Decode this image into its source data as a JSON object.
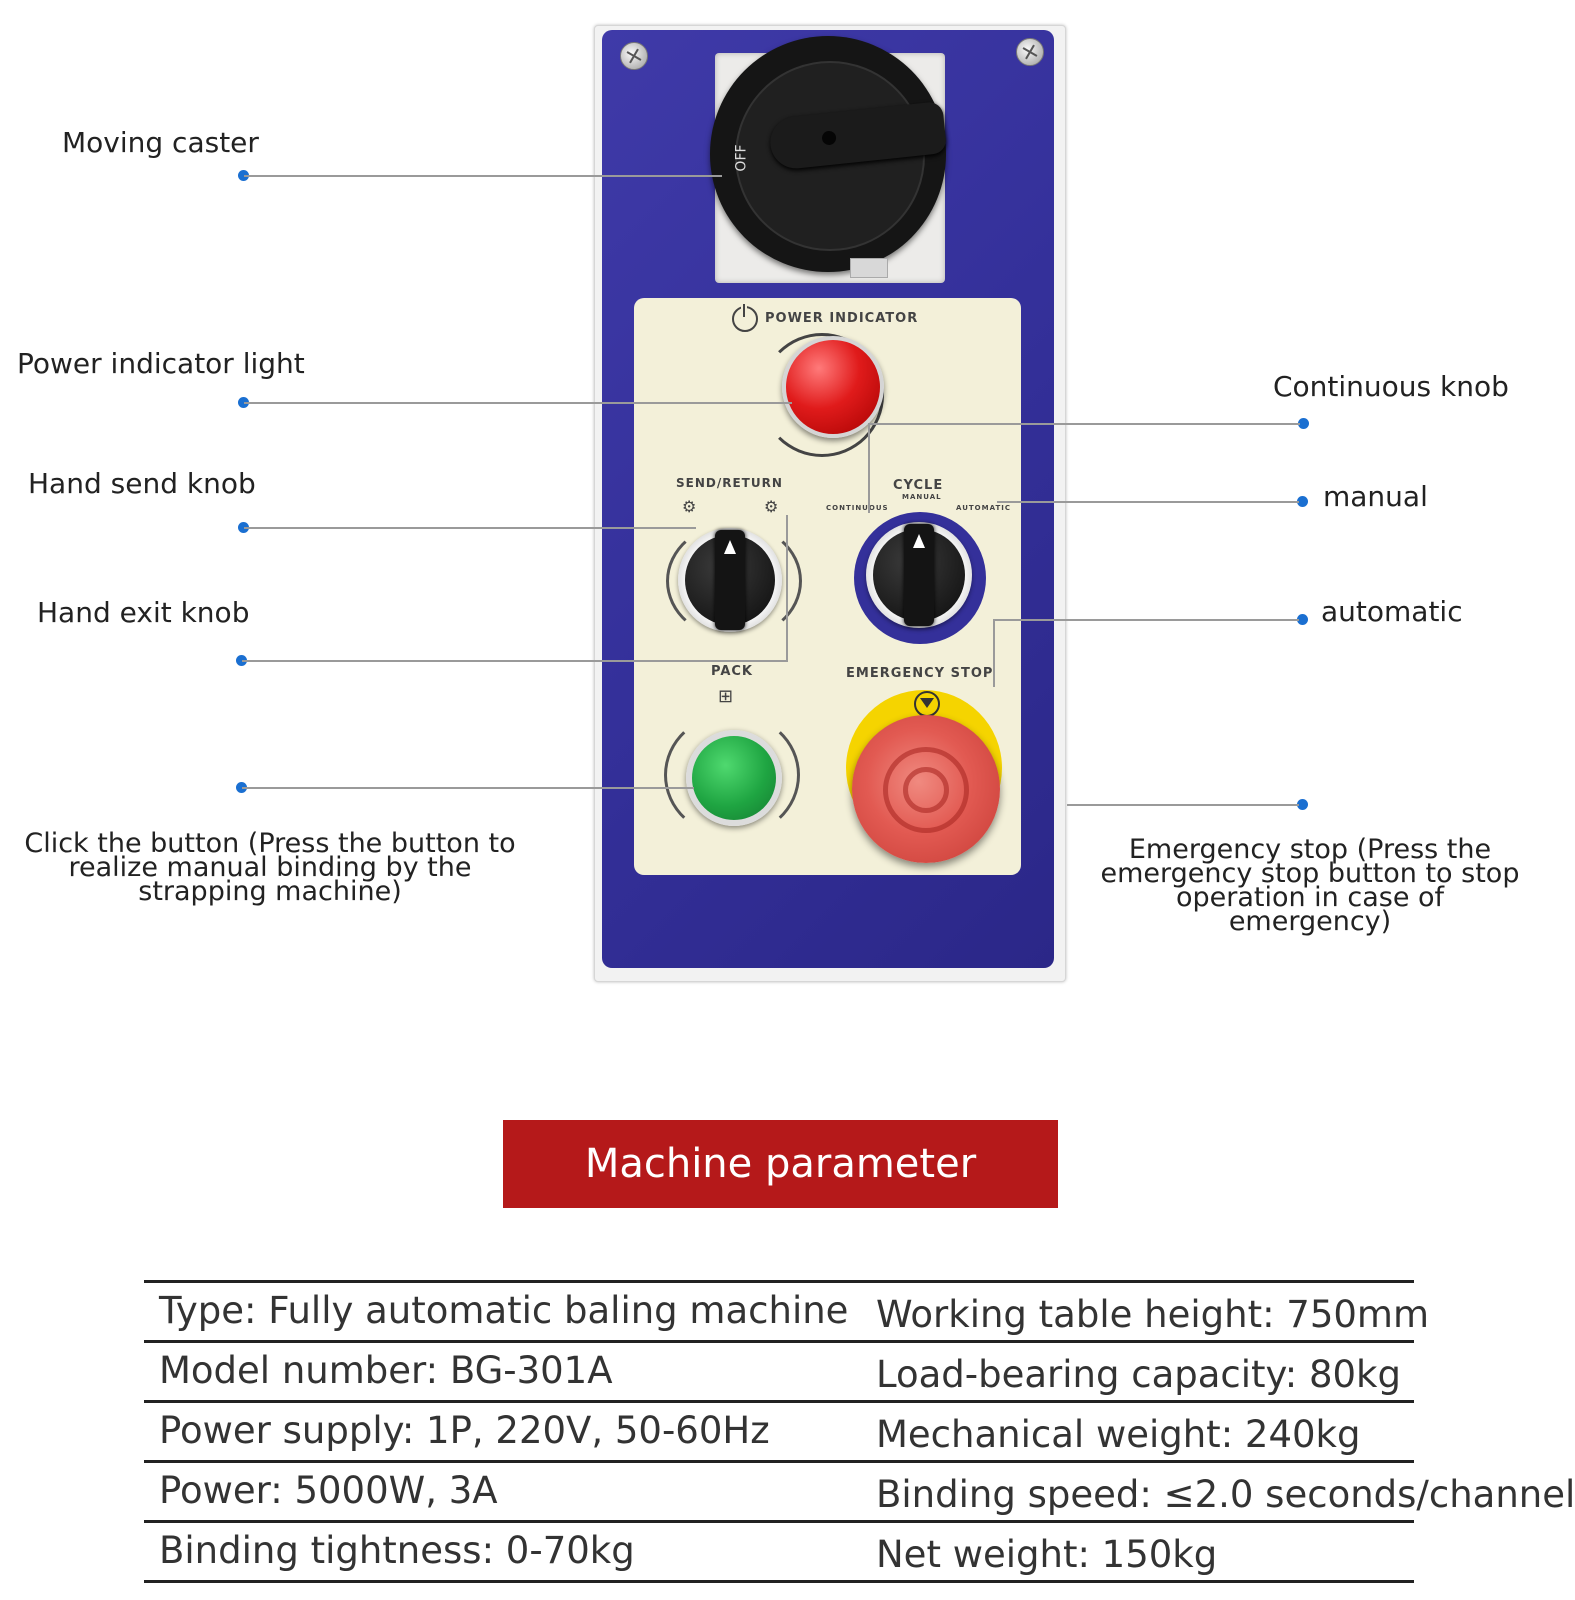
{
  "panel": {
    "switch_off_label": "OFF",
    "power_indicator_label": "POWER INDICATOR",
    "send_return_label": "SEND/RETURN",
    "cycle_label": "CYCLE",
    "cycle_continuous": "CONTINUOUS",
    "cycle_manual": "MANUAL",
    "cycle_automatic": "AUTOMATIC",
    "pack_label": "PACK",
    "emergency_stop_label": "EMERGENCY STOP"
  },
  "callouts": {
    "moving_caster": "Moving caster",
    "power_indicator_light": "Power indicator light",
    "hand_send_knob": "Hand send knob",
    "hand_exit_knob": "Hand exit knob",
    "click_button_note": [
      "Click the button (Press the button to",
      "realize manual binding by the",
      "strapping machine)"
    ],
    "continuous_knob": "Continuous knob",
    "manual": "manual",
    "automatic": "automatic",
    "emergency_note": [
      "Emergency stop (Press the",
      "emergency stop button to stop",
      "operation in case of",
      "emergency)"
    ]
  },
  "parameters": {
    "title": "Machine parameter",
    "rows": [
      {
        "left": "Type: Fully automatic baling machine",
        "right": "Working table height: 750mm"
      },
      {
        "left": "Model number: BG-301A",
        "right": "Load-bearing capacity: 80kg"
      },
      {
        "left": "Power supply: 1P, 220V, 50-60Hz",
        "right": "Mechanical weight: 240kg"
      },
      {
        "left": "Power: 5000W, 3A",
        "right": "Binding speed: ≤2.0 seconds/channel"
      },
      {
        "left": "Binding tightness: 0-70kg",
        "right": "Net weight: 150kg"
      }
    ]
  },
  "colors": {
    "panel_blue": "#34309a",
    "face_cream": "#f3f0d9",
    "banner_red": "#b5191a",
    "callout_dot": "#1a6fd1"
  }
}
